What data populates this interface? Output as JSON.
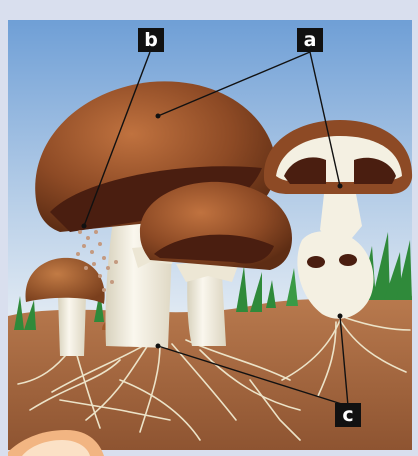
{
  "labels": {
    "a": "a",
    "b": "b",
    "c": "c"
  },
  "colors": {
    "frame": "#d9dfee",
    "sky_top": "#6f9fd6",
    "sky_bottom": "#dfe9f4",
    "soil": "#a9683f",
    "cap_brown": "#8d4a25",
    "gills": "#4a1e10",
    "stem": "#f3efe2",
    "mycelium": "#e8ddc0",
    "grass": "#2f8a3a",
    "label_bg": "#111111",
    "label_text": "#ffffff"
  }
}
